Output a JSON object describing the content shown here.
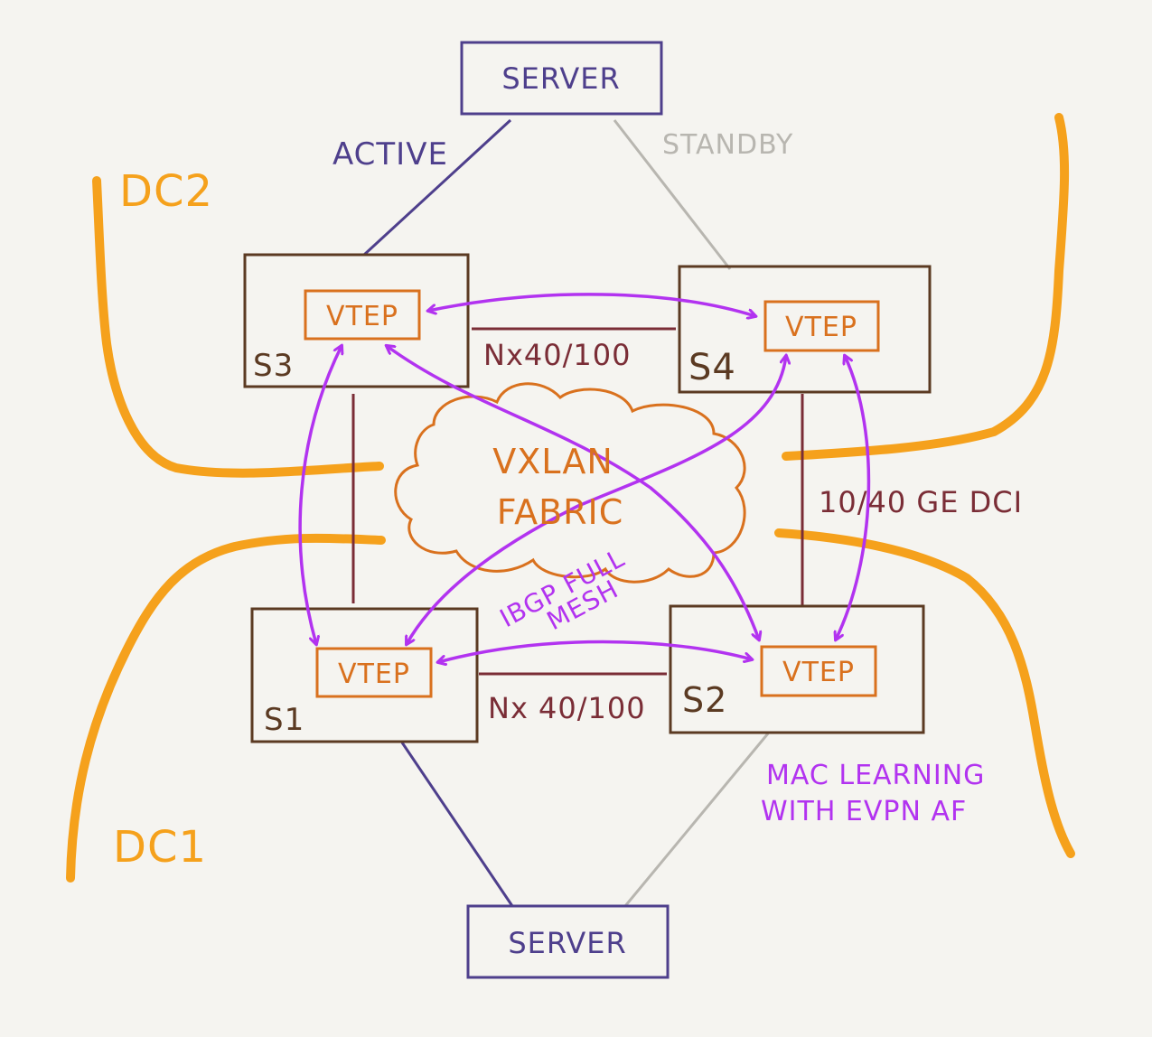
{
  "servers": {
    "top_label": "SERVER",
    "bottom_label": "SERVER"
  },
  "links": {
    "active": "ACTIVE",
    "standby": "STANDBY"
  },
  "datacenters": {
    "dc2": "DC2",
    "dc1": "DC1"
  },
  "switches": {
    "s3": "S3",
    "s4": "S4",
    "s1": "S1",
    "s2": "S2",
    "vtep_label": "VTEP"
  },
  "interconnects": {
    "top": "Nx40/100",
    "bottom": "Nx 40/100",
    "dci": "10/40 GE DCI"
  },
  "fabric": {
    "line1": "VXLAN",
    "line2": "FABRIC"
  },
  "annotations": {
    "ibgp_line1": "IBGP FULL",
    "ibgp_line2": "MESH",
    "mac_line1": "MAC LEARNING",
    "mac_line2": "WITH EVPN AF"
  },
  "colors": {
    "purple_dark": "#4e3f8c",
    "gray": "#b8b6b0",
    "orange": "#f5a11c",
    "brown": "#5b3a22",
    "vtep_orange": "#d9711e",
    "maroon": "#7a2d36",
    "magenta": "#b233f0"
  }
}
